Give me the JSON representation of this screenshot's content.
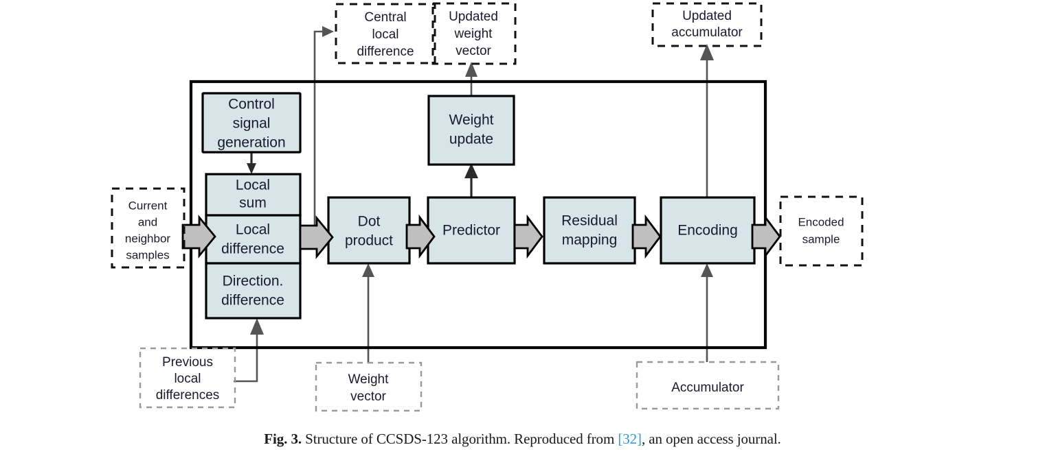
{
  "figure": {
    "caption_prefix": "Fig. 3.",
    "caption_text_before": "Structure of CCSDS-123 algorithm. Reproduced from",
    "caption_ref": "[32]",
    "caption_text_after": ", an open access journal."
  },
  "colors": {
    "process_fill": "#d7e4e8",
    "process_stroke": "#000000",
    "block_arrow_fill": "#bfbfbf",
    "thin_connector": "#555555",
    "dashed_dark": "#111111",
    "dashed_gray": "#9a9a9a",
    "caption_ref": "#2a9fd6",
    "text": "#1a1a2e",
    "background": "#ffffff"
  },
  "diagram": {
    "title": "Structure of CCSDS-123 algorithm",
    "outer_frame": {
      "label": "ccsds-123-algorithm-boundary"
    },
    "process_blocks": [
      {
        "id": "control-signal-generation",
        "lines": [
          "Control",
          "signal",
          "generation"
        ]
      },
      {
        "id": "local-sum",
        "lines": [
          "Local",
          "sum"
        ]
      },
      {
        "id": "local-difference",
        "lines": [
          "Local",
          "difference"
        ]
      },
      {
        "id": "directional-difference",
        "lines": [
          "Direction.",
          "difference"
        ]
      },
      {
        "id": "dot-product",
        "lines": [
          "Dot",
          "product"
        ]
      },
      {
        "id": "weight-update",
        "lines": [
          "Weight",
          "update"
        ]
      },
      {
        "id": "predictor",
        "lines": [
          "Predictor"
        ]
      },
      {
        "id": "residual-mapping",
        "lines": [
          "Residual",
          "mapping"
        ]
      },
      {
        "id": "encoding",
        "lines": [
          "Encoding"
        ]
      }
    ],
    "external_nodes": [
      {
        "id": "central-local-difference",
        "lines": [
          "Central",
          "local",
          "difference"
        ],
        "style": "dashed-dark",
        "role": "output"
      },
      {
        "id": "updated-weight-vector",
        "lines": [
          "Updated",
          "weight",
          "vector"
        ],
        "style": "dashed-dark",
        "role": "output"
      },
      {
        "id": "updated-accumulator",
        "lines": [
          "Updated",
          "accumulator"
        ],
        "style": "dashed-dark",
        "role": "output"
      },
      {
        "id": "current-and-neighbor-samples",
        "lines": [
          "Current",
          "and",
          "neighbor",
          "samples"
        ],
        "style": "dashed-dark",
        "role": "input"
      },
      {
        "id": "encoded-sample",
        "lines": [
          "Encoded",
          "sample"
        ],
        "style": "dashed-dark",
        "role": "output"
      },
      {
        "id": "previous-local-differences",
        "lines": [
          "Previous",
          "local",
          "differences"
        ],
        "style": "dashed-gray",
        "role": "input"
      },
      {
        "id": "weight-vector",
        "lines": [
          "Weight",
          "vector"
        ],
        "style": "dashed-gray",
        "role": "input"
      },
      {
        "id": "accumulator",
        "lines": [
          "Accumulator"
        ],
        "style": "dashed-gray",
        "role": "input"
      }
    ],
    "connections": [
      {
        "from": "current-and-neighbor-samples",
        "to": "local-difference",
        "type": "block-arrow"
      },
      {
        "from": "local-difference",
        "to": "dot-product",
        "type": "block-arrow"
      },
      {
        "from": "dot-product",
        "to": "predictor",
        "type": "block-arrow"
      },
      {
        "from": "predictor",
        "to": "residual-mapping",
        "type": "block-arrow"
      },
      {
        "from": "residual-mapping",
        "to": "encoding",
        "type": "block-arrow"
      },
      {
        "from": "encoding",
        "to": "encoded-sample",
        "type": "block-arrow"
      },
      {
        "from": "control-signal-generation",
        "to": "local-sum",
        "type": "thin-arrow"
      },
      {
        "from": "local-difference",
        "to": "central-local-difference",
        "type": "thin-arrow"
      },
      {
        "from": "previous-local-differences",
        "to": "directional-difference",
        "type": "thin-arrow"
      },
      {
        "from": "weight-vector",
        "to": "dot-product",
        "type": "thin-arrow"
      },
      {
        "from": "dot-product",
        "to": "weight-update",
        "type": "thin-arrow"
      },
      {
        "from": "weight-update",
        "to": "updated-weight-vector",
        "type": "thin-arrow"
      },
      {
        "from": "accumulator",
        "to": "encoding",
        "type": "thin-arrow"
      },
      {
        "from": "encoding",
        "to": "updated-accumulator",
        "type": "thin-arrow"
      }
    ]
  }
}
